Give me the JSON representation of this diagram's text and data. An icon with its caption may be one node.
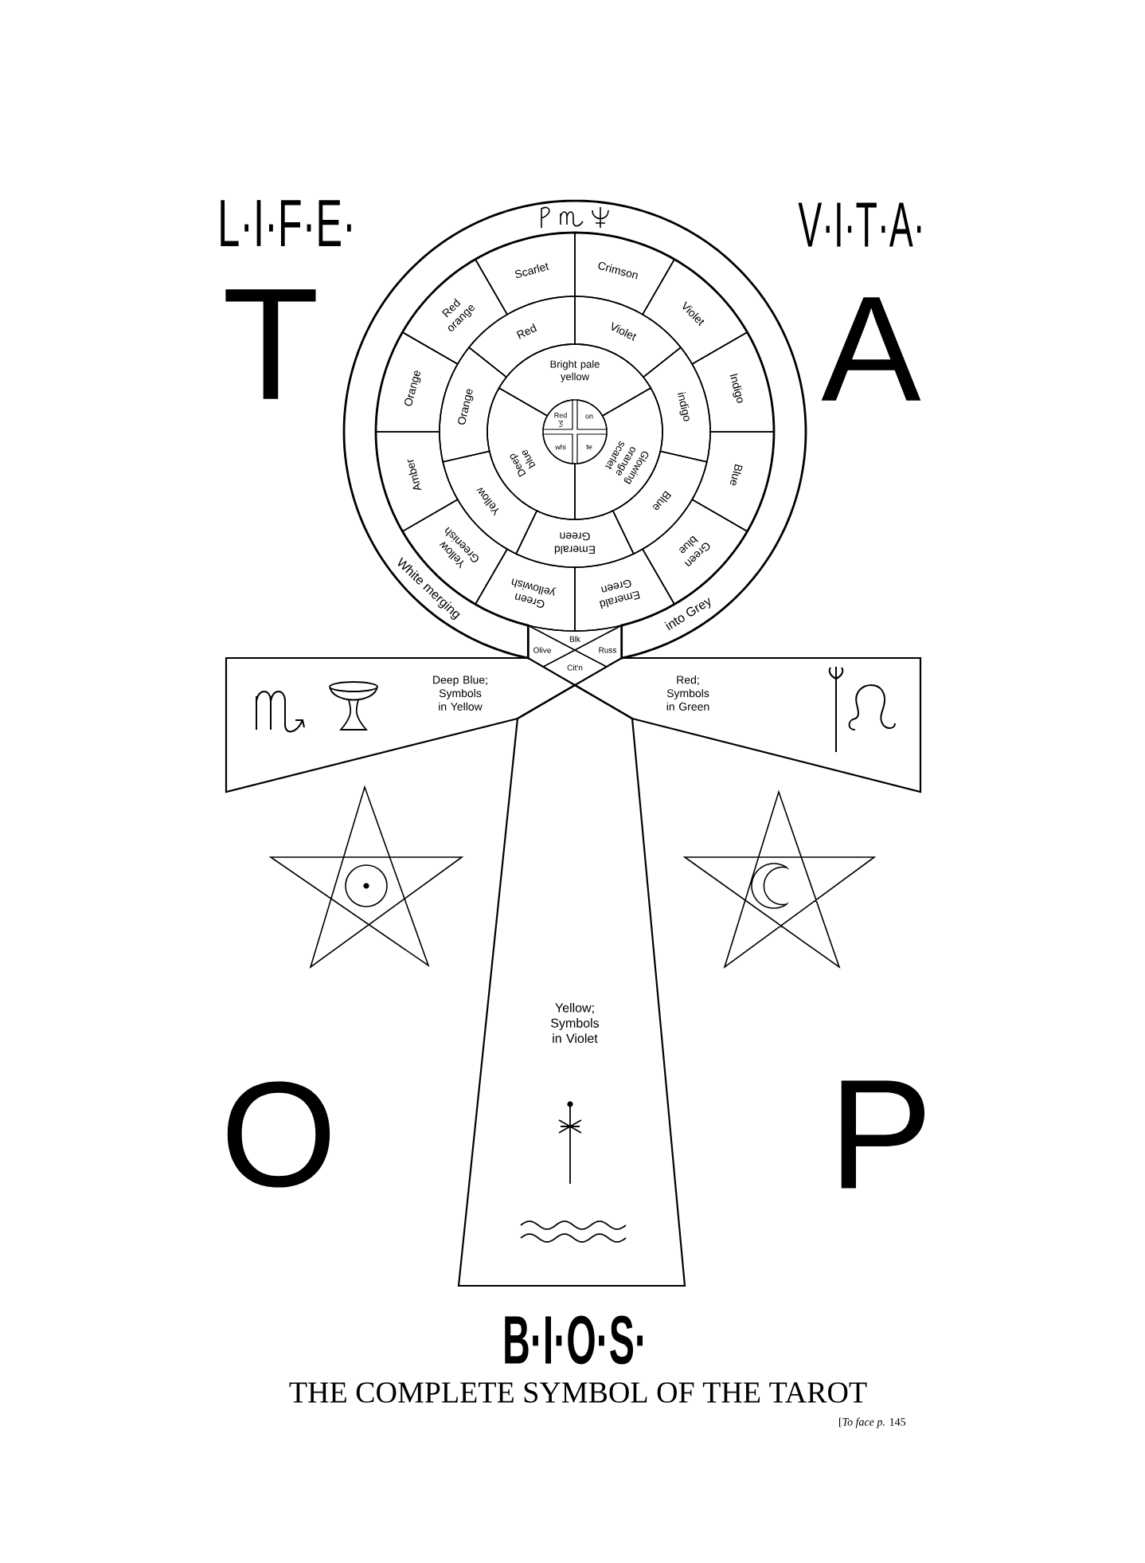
{
  "diagram": {
    "caption": "THE COMPLETE SYMBOL OF THE TAROT",
    "nodes": [
      {
        "text": [
          "White merging",
          "into Grey"
        ]
      },
      {
        "text": [
          "Scarlet"
        ]
      },
      {
        "text": [
          "Crimson"
        ]
      },
      {
        "text": [
          "Violet"
        ]
      },
      {
        "text": [
          "Indigo"
        ]
      },
      {
        "text": [
          "Blue"
        ]
      },
      {
        "text": [
          "Green blue"
        ]
      },
      {
        "text": [
          "Emerald Green"
        ]
      },
      {
        "text": [
          "Green yellowish"
        ]
      },
      {
        "text": [
          "Yellow Greenish"
        ]
      },
      {
        "text": [
          "Amber"
        ]
      },
      {
        "text": [
          "Orange"
        ]
      },
      {
        "text": [
          "Red orange"
        ]
      },
      {
        "text": [
          "Red"
        ]
      },
      {
        "text": [
          "Violet"
        ]
      },
      {
        "text": [
          "indigo"
        ]
      },
      {
        "text": [
          "Blue"
        ]
      },
      {
        "text": [
          "Emerald Green"
        ]
      },
      {
        "text": [
          "Yellow"
        ]
      },
      {
        "text": [
          "Orange"
        ]
      },
      {
        "text": [
          "Bright pale yellow"
        ]
      },
      {
        "text": [
          "Glowing orange scarlet"
        ]
      },
      {
        "text": [
          "Deep blue"
        ]
      },
      {
        "text": [
          "Red"
        ]
      },
      {
        "text": [
          "on"
        ]
      },
      {
        "text": [
          "whi"
        ]
      },
      {
        "text": [
          "te"
        ]
      },
      {
        "text": [
          "Blk"
        ]
      },
      {
        "text": [
          "Olive"
        ]
      },
      {
        "text": [
          "Russ"
        ]
      },
      {
        "text": [
          "Cit'n"
        ]
      },
      {
        "text": [
          "Deep Blue; Symbols in Yellow"
        ]
      },
      {
        "text": [
          "Red; Symbols in Green"
        ]
      },
      {
        "text": [
          "Yellow; Symbols in Violet"
        ]
      }
    ],
    "labels": [
      "L·I·F·E·",
      "V·I·T·A·",
      "T",
      "A",
      "O",
      "P",
      "B·I·O·S·",
      "[*To face p.* 145"
    ]
  }
}
